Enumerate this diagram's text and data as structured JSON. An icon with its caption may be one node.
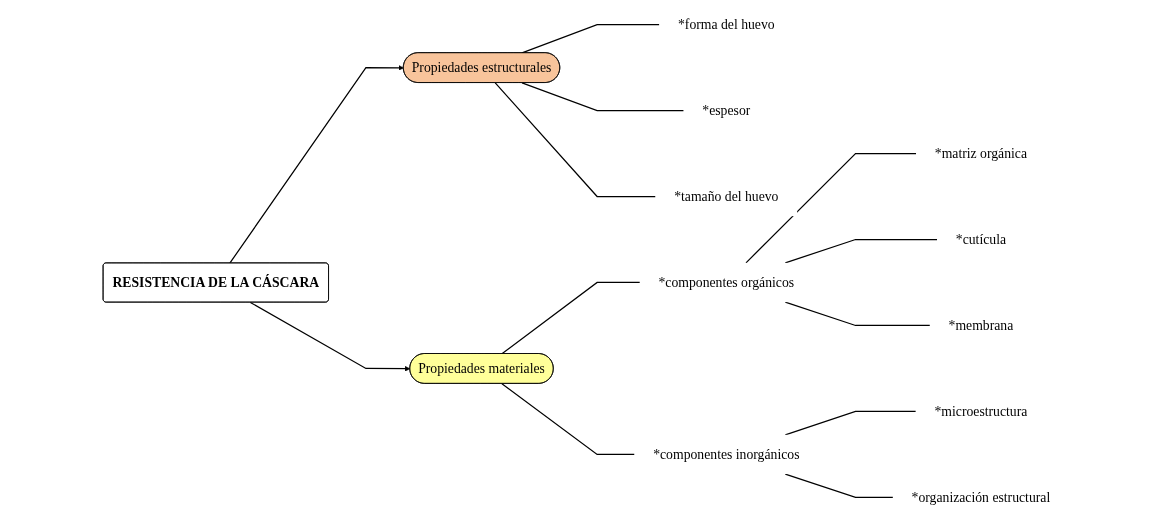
{
  "diagram": {
    "nodes": [
      {
        "text": [
          "Propiedades estructurales"
        ]
      },
      {
        "text": [
          "RESISTENCIA DE LA CÁSCARA"
        ]
      },
      {
        "text": [
          "Propiedades materiales"
        ]
      },
      {
        "text": [
          "*forma del huevo"
        ]
      },
      {
        "text": [
          "*espesor"
        ]
      },
      {
        "text": [
          "*tamaño del huevo"
        ]
      },
      {
        "text": [
          "*componentes orgánicos"
        ]
      },
      {
        "text": [
          "*componentes inorgánicos"
        ]
      },
      {
        "text": [
          "*matriz orgánica"
        ]
      },
      {
        "text": [
          "*cutícula"
        ]
      },
      {
        "text": [
          "*membrana"
        ]
      },
      {
        "text": [
          "*microestructura"
        ]
      },
      {
        "text": [
          "*organización estructural"
        ]
      }
    ],
    "edges": [
      {
        "from": 1,
        "to": 0,
        "arrow": "to"
      },
      {
        "from": 1,
        "to": 2,
        "arrow": "to"
      },
      {
        "from": 0,
        "to": 3,
        "arrow": "none"
      },
      {
        "from": 0,
        "to": 4,
        "arrow": "none"
      },
      {
        "from": 0,
        "to": 5,
        "arrow": "none"
      },
      {
        "from": 2,
        "to": 6,
        "arrow": "none"
      },
      {
        "from": 2,
        "to": 7,
        "arrow": "none"
      },
      {
        "from": 6,
        "to": 8,
        "arrow": "none"
      },
      {
        "from": 6,
        "to": 9,
        "arrow": "none"
      },
      {
        "from": 6,
        "to": 10,
        "arrow": "none"
      },
      {
        "from": 7,
        "to": 11,
        "arrow": "none"
      },
      {
        "from": 7,
        "to": 12,
        "arrow": "none"
      }
    ]
  }
}
